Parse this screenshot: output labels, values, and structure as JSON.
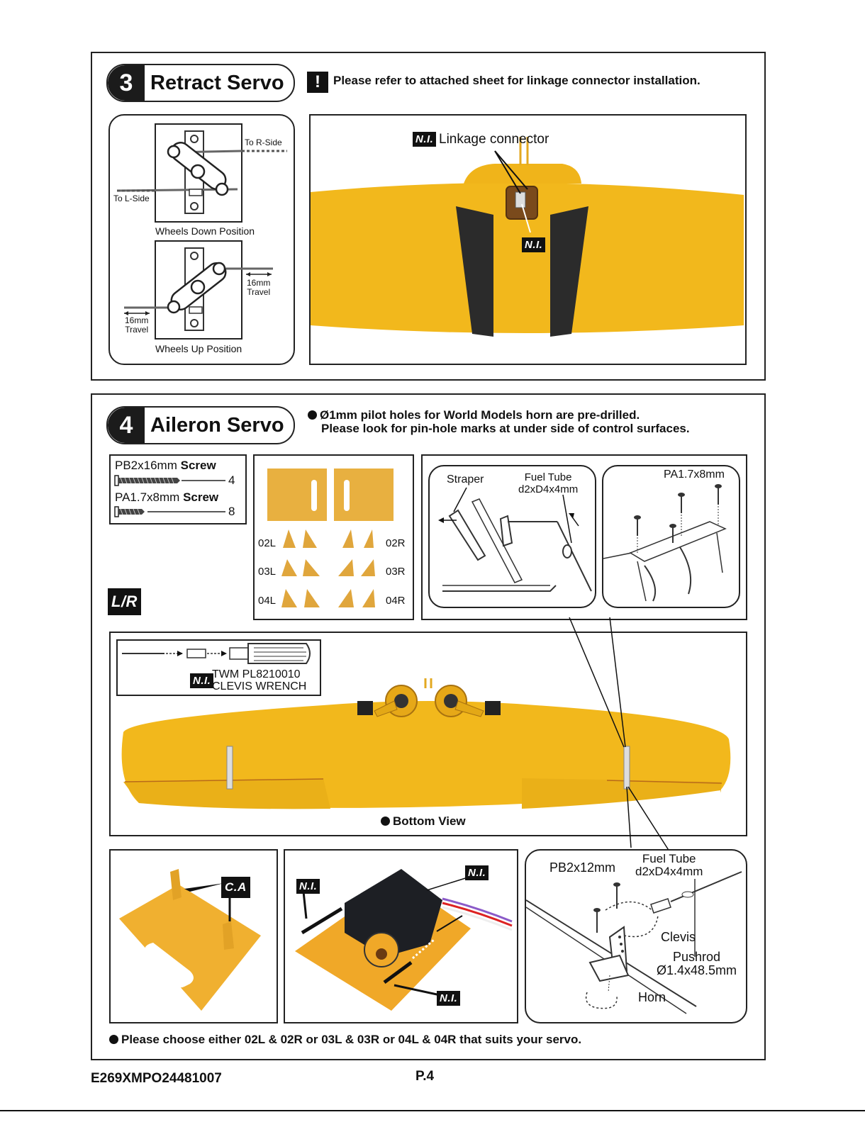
{
  "colors": {
    "wing_yellow": "#f2b81c",
    "plate_yellow": "#e8b040",
    "stripe": "#2b2b2b",
    "ink": "#111111"
  },
  "step3": {
    "number": "3",
    "title": "Retract Servo",
    "note": "Please refer to attached sheet for linkage connector installation.",
    "diagram": {
      "to_r_side": "To R-Side",
      "to_l_side": "To L-Side",
      "wheels_down": "Wheels Down Position",
      "travel_right": "16mm\nTravel",
      "travel_left": "16mm\nTravel",
      "wheels_up": "Wheels Up Position"
    },
    "photo": {
      "badge": "N.I.",
      "linkage_label": "Linkage connector",
      "badge2": "N.I."
    }
  },
  "step4": {
    "number": "4",
    "title": "Aileron Servo",
    "note_line1": "Ø1mm pilot holes for World Models horn are pre-drilled.",
    "note_line2": "Please look for pin-hole marks at under side of control surfaces.",
    "screws": [
      {
        "name": "PB2x16mm",
        "type": "Screw",
        "qty": "4"
      },
      {
        "name": "PA1.7x8mm",
        "type": "Screw",
        "qty": "8"
      }
    ],
    "mounts": {
      "left": [
        "02L",
        "03L",
        "04L"
      ],
      "right": [
        "02R",
        "03R",
        "04R"
      ]
    },
    "lr_badge": "L/R",
    "straper_panel": {
      "straper": "Straper",
      "fuel_tube": "Fuel Tube\nd2xD4x4mm"
    },
    "screw_panel": {
      "label": "PA1.7x8mm"
    },
    "wrench": {
      "badge": "N.I.",
      "line1": "TWM PL8210010",
      "line2": "CLEVIS WRENCH"
    },
    "bottom_view": "Bottom View",
    "ca_badge": "C.A",
    "ni_badges": [
      "N.I.",
      "N.I.",
      "N.I."
    ],
    "horn_panel": {
      "pb_label": "PB2x12mm",
      "fuel_tube": "Fuel Tube\nd2xD4x4mm",
      "clevis": "Clevis",
      "pushrod": "Pushrod\nØ1.4x48.5mm",
      "horn": "Horn"
    },
    "choose_note": "Please choose either 02L & 02R or 03L & 03R or 04L & 04R that suits your servo."
  },
  "footer": {
    "code": "E269XMPO24481007",
    "page": "P.4"
  }
}
